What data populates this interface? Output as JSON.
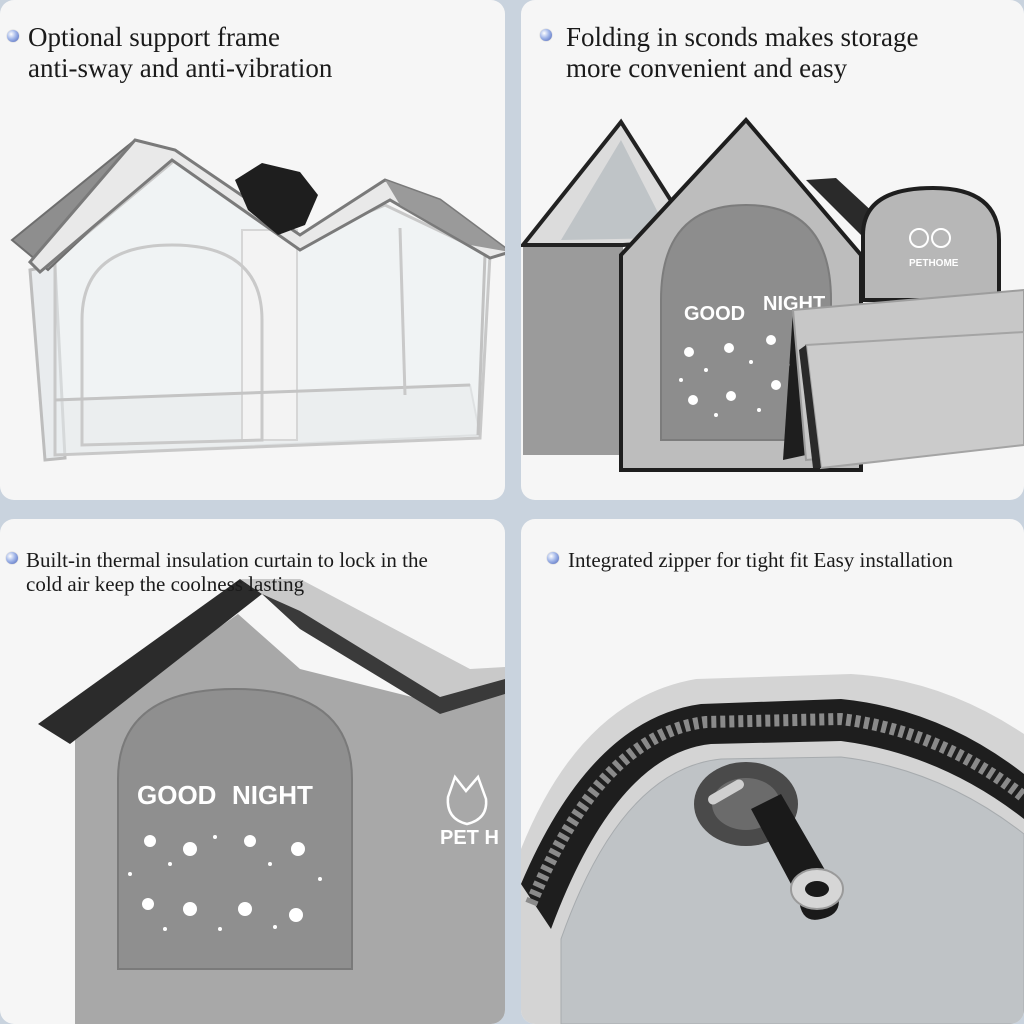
{
  "panels": [
    {
      "caption_lines": [
        "Optional support frame",
        "anti-sway and anti-vibration"
      ]
    },
    {
      "caption_lines": [
        "Folding in sconds makes storage",
        "more convenient and easy"
      ],
      "product_print": {
        "good": "GOOD",
        "night": "NIGHT",
        "brand": "PETHOME"
      }
    },
    {
      "caption_lines": [
        "Built-in thermal insulation curtain to lock in the",
        "cold air keep the coolness lasting"
      ],
      "product_print": {
        "good": "GOOD",
        "night": "NIGHT",
        "brand": "PET H"
      }
    },
    {
      "caption_lines": [
        "Integrated zipper for tight fit Easy installation"
      ]
    }
  ],
  "colors": {
    "gutter": "#c9d3de",
    "panel_bg": "#f6f6f6",
    "fabric_gray": "#a9a9a9",
    "window_gray": "#8f8f8f",
    "trim_black": "#1e1e1e"
  },
  "icons": [
    "bullet-icon",
    "moon-icon",
    "star-icon",
    "pet-face-icon",
    "zipper-pull-icon"
  ]
}
